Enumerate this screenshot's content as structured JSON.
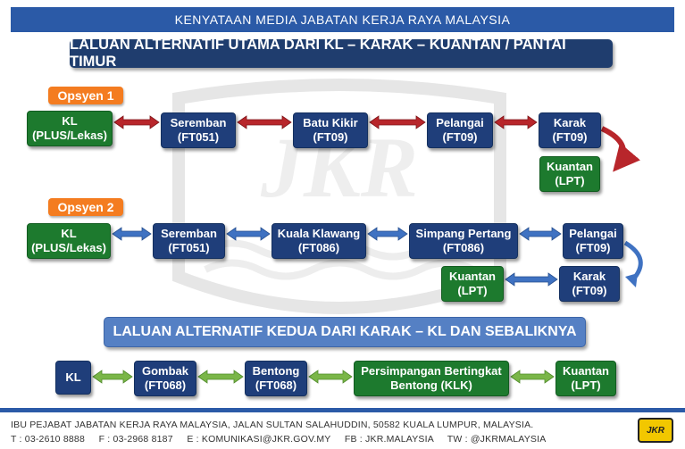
{
  "header": {
    "title": "KENYATAAN MEDIA JABATAN KERJA RAYA MALAYSIA"
  },
  "route1": {
    "title": "LALUAN ALTERNATIF UTAMA DARI KL – KARAK – KUANTAN / PANTAI TIMUR",
    "option1": {
      "label": "Opsyen 1",
      "nodes": [
        {
          "name": "KL",
          "code": "(PLUS/Lekas)"
        },
        {
          "name": "Seremban",
          "code": "(FT051)"
        },
        {
          "name": "Batu Kikir",
          "code": "(FT09)"
        },
        {
          "name": "Pelangai",
          "code": "(FT09)"
        },
        {
          "name": "Karak",
          "code": "(FT09)"
        },
        {
          "name": "Kuantan",
          "code": "(LPT)"
        }
      ]
    },
    "option2": {
      "label": "Opsyen 2",
      "nodes": [
        {
          "name": "KL",
          "code": "(PLUS/Lekas)"
        },
        {
          "name": "Seremban",
          "code": "(FT051)"
        },
        {
          "name": "Kuala Klawang",
          "code": "(FT086)"
        },
        {
          "name": "Simpang Pertang",
          "code": "(FT086)"
        },
        {
          "name": "Pelangai",
          "code": "(FT09)"
        },
        {
          "name": "Karak",
          "code": "(FT09)"
        },
        {
          "name": "Kuantan",
          "code": "(LPT)"
        }
      ]
    }
  },
  "route2": {
    "title": "LALUAN ALTERNATIF KEDUA DARI KARAK – KL DAN SEBALIKNYA",
    "nodes": [
      {
        "name": "KL",
        "code": ""
      },
      {
        "name": "Gombak",
        "code": "(FT068)"
      },
      {
        "name": "Bentong",
        "code": "(FT068)"
      },
      {
        "name": "Persimpangan Bertingkat",
        "code": "Bentong (KLK)"
      },
      {
        "name": "Kuantan",
        "code": "(LPT)"
      }
    ]
  },
  "watermark": {
    "text": "JKR"
  },
  "footer": {
    "line1": "IBU PEJABAT JABATAN KERJA RAYA MALAYSIA, JALAN SULTAN SALAHUDDIN, 50582 KUALA LUMPUR, MALAYSIA.",
    "line2": "T : 03-2610 8888     F : 03-2968 8187     E : KOMUNIKASI@JKR.GOV.MY     FB : JKR.MALAYSIA     TW : @JKRMALAYSIA",
    "logo": "JKR"
  },
  "colors": {
    "header_blue": "#2b5aa7",
    "node_blue": "#1f3e7a",
    "node_green": "#1d7a2e",
    "option_orange": "#f47c20",
    "arrow_red": "#b8262b",
    "arrow_blue": "#3f72c2",
    "arrow_green": "#7ab648"
  }
}
